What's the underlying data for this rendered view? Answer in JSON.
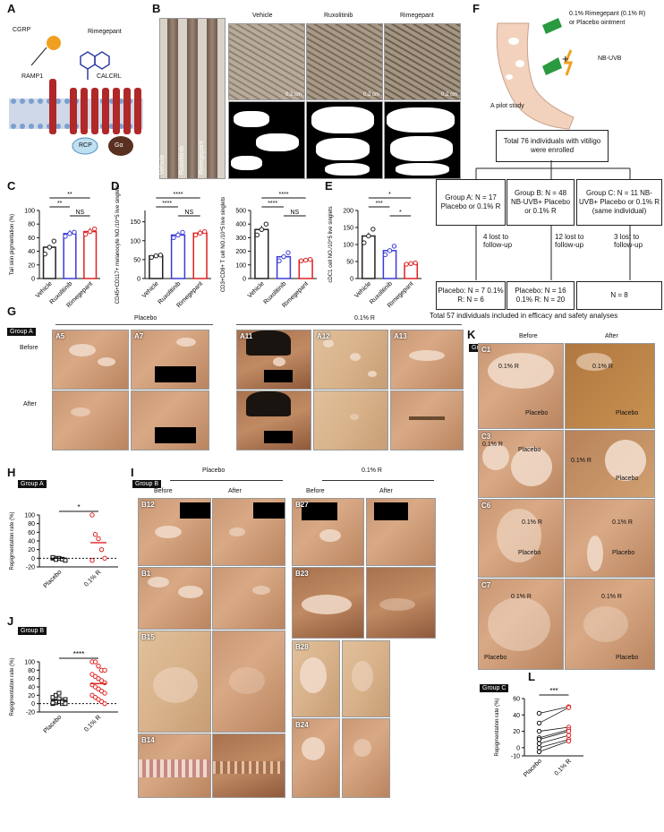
{
  "panel_letters": {
    "A": "A",
    "B": "B",
    "C": "C",
    "D": "D",
    "E": "E",
    "F": "F",
    "G": "G",
    "H": "H",
    "I": "I",
    "J": "J",
    "K": "K",
    "L": "L"
  },
  "panelA": {
    "cgrp": "CGRP",
    "rimegepant": "Rimegepant",
    "ramp1": "RAMP1",
    "calcrl": "CALCRL",
    "rcp": "RCP",
    "galpha": "Gα"
  },
  "panelB": {
    "col_vehicle": "Vehicle",
    "col_ruxolitinib": "Ruxolitinib",
    "col_rimegepant": "Rimegepant",
    "tail_labels": [
      "Vehicle",
      "Ruxolitinib",
      "Rimegepant"
    ],
    "scale": "0.2 cm"
  },
  "panelF": {
    "legend1": "0.1% Rimegepant (0.1% R)",
    "legend2": "or Placebo ointment",
    "legend3": "NB-UVB",
    "pilot": "A pilot study",
    "enrolled": "Total 76 individuals with vitiligo were enrolled",
    "groupA": "Group A: N = 17 Placebo or 0.1% R",
    "groupB": "Group B: N = 48 NB-UVB+ Placebo or 0.1% R",
    "groupC": "Group C: N = 11 NB-UVB+ Placebo or 0.1% R (same individual)",
    "lostA": "4 lost to follow-up",
    "lostB": "12 lost to follow-up",
    "lostC": "3 lost to follow-up",
    "finalA": "Placebo: N = 7 0.1% R: N = 6",
    "finalB": "Placebo: N = 16 0.1% R: N = 20",
    "finalC": "N = 8",
    "total": "Total 57 individuals included in efficacy and safety analyses"
  },
  "panelG": {
    "tag": "Group A",
    "placebo": "Placebo",
    "r": "0.1% R",
    "before": "Before",
    "after": "After",
    "ids": [
      "A5",
      "A7",
      "A11",
      "A12",
      "A13"
    ]
  },
  "panelI": {
    "tag": "Group B",
    "placebo": "Placebo",
    "r": "0.1% R",
    "before": "Before",
    "after": "After",
    "ids": [
      "B12",
      "B1",
      "B15",
      "B14",
      "B27",
      "B23",
      "B28",
      "B24"
    ]
  },
  "panelK": {
    "tag": "Group C",
    "before": "Before",
    "after": "After",
    "ids": [
      "C1",
      "C3",
      "C6",
      "C7"
    ],
    "r": "0.1% R",
    "placebo": "Placebo"
  },
  "panelH_tag": "Group A",
  "panelJ_tag": "Group B",
  "panelL_tag": "Group C",
  "chart_data": [
    {
      "id": "C",
      "type": "bar",
      "categories": [
        "Vehicle",
        "Ruxolitinib",
        "Rimegepant"
      ],
      "values": [
        46,
        66,
        69
      ],
      "ylabel": "Tail skin pigmentation (%)",
      "ylim": [
        0,
        100
      ],
      "yticks": [
        0,
        20,
        40,
        60,
        80,
        100
      ],
      "colors": [
        "#222222",
        "#3b3bd6",
        "#e02020"
      ],
      "points": [
        [
          36,
          46,
          55
        ],
        [
          62,
          66,
          68
        ],
        [
          65,
          69,
          73
        ]
      ],
      "sig": [
        "**",
        "**",
        "NS"
      ]
    },
    {
      "id": "D1",
      "type": "bar",
      "categories": [
        "Vehicle",
        "Ruxolitinib",
        "Rimegepant"
      ],
      "values": [
        60,
        115,
        120
      ],
      "ylabel": "CD45+CD117+ melanocyte NO./10^5 live singlets",
      "ylim": [
        0,
        180
      ],
      "yticks": [
        0,
        50,
        100,
        150
      ],
      "colors": [
        "#222222",
        "#3b3bd6",
        "#e02020"
      ],
      "points": [
        [
          56,
          60,
          62
        ],
        [
          108,
          115,
          122
        ],
        [
          115,
          120,
          124
        ]
      ],
      "sig": [
        "****",
        "****",
        "NS"
      ]
    },
    {
      "id": "D2",
      "type": "bar",
      "categories": [
        "Vehicle",
        "Ruxolitinib",
        "Rimegepant"
      ],
      "values": [
        360,
        160,
        135
      ],
      "ylabel": "CD3+CD8+ T cell NO./10^5 live singlets",
      "ylim": [
        0,
        500
      ],
      "yticks": [
        0,
        100,
        200,
        300,
        400,
        500
      ],
      "colors": [
        "#222222",
        "#3b3bd6",
        "#e02020"
      ],
      "points": [
        [
          320,
          360,
          400
        ],
        [
          130,
          160,
          190
        ],
        [
          130,
          135,
          140
        ]
      ],
      "sig": [
        "****",
        "****",
        "NS"
      ]
    },
    {
      "id": "E",
      "type": "bar",
      "categories": [
        "Vehicle",
        "Ruxolitinib",
        "Rimegepant"
      ],
      "values": [
        125,
        82,
        44
      ],
      "ylabel": "cDC1 cell NO./10^5 live singlets",
      "ylim": [
        0,
        200
      ],
      "yticks": [
        0,
        50,
        100,
        150,
        200
      ],
      "colors": [
        "#222222",
        "#3b3bd6",
        "#e02020"
      ],
      "points": [
        [
          105,
          125,
          145
        ],
        [
          70,
          82,
          95
        ],
        [
          42,
          44,
          46
        ]
      ],
      "sig": [
        "***",
        "*",
        "*"
      ]
    },
    {
      "id": "H",
      "type": "scatter",
      "categories": [
        "Placebo",
        "0.1% R"
      ],
      "ylabel": "Repigmentation rate (%)",
      "ylim": [
        -20,
        100
      ],
      "yticks": [
        -20,
        0,
        20,
        40,
        60,
        80,
        100
      ],
      "series": [
        {
          "name": "Placebo",
          "values": [
            0,
            0,
            0,
            -2,
            -5,
            2,
            -3
          ]
        },
        {
          "name": "0.1% R",
          "values": [
            100,
            55,
            45,
            20,
            0,
            -5
          ]
        }
      ],
      "means": [
        0,
        36
      ],
      "sig": "*"
    },
    {
      "id": "J",
      "type": "scatter",
      "categories": [
        "Placebo",
        "0.1% R"
      ],
      "ylabel": "Repigmentation rate (%)",
      "ylim": [
        -20,
        100
      ],
      "yticks": [
        -20,
        0,
        20,
        40,
        60,
        80,
        100
      ],
      "series": [
        {
          "name": "Placebo",
          "values": [
            0,
            2,
            5,
            8,
            10,
            15,
            20,
            25,
            0,
            3,
            1,
            6,
            12,
            4,
            0,
            2
          ]
        },
        {
          "name": "0.1% R",
          "values": [
            100,
            100,
            90,
            80,
            80,
            70,
            65,
            60,
            55,
            50,
            45,
            40,
            35,
            30,
            25,
            20,
            15,
            10,
            5,
            0
          ]
        }
      ],
      "means": [
        8,
        48
      ],
      "sig": "****"
    },
    {
      "id": "L",
      "type": "line",
      "categories": [
        "Placebo",
        "0.1% R"
      ],
      "ylabel": "Repigmentation rate (%)",
      "ylim": [
        -10,
        60
      ],
      "yticks": [
        -10,
        0,
        20,
        40,
        60
      ],
      "series": [
        {
          "name": "pairs",
          "pairs": [
            [
              42,
              50
            ],
            [
              30,
              49
            ],
            [
              20,
              25
            ],
            [
              12,
              22
            ],
            [
              10,
              20
            ],
            [
              5,
              15
            ],
            [
              0,
              10
            ],
            [
              -5,
              8
            ]
          ]
        }
      ],
      "sig": "***"
    }
  ]
}
